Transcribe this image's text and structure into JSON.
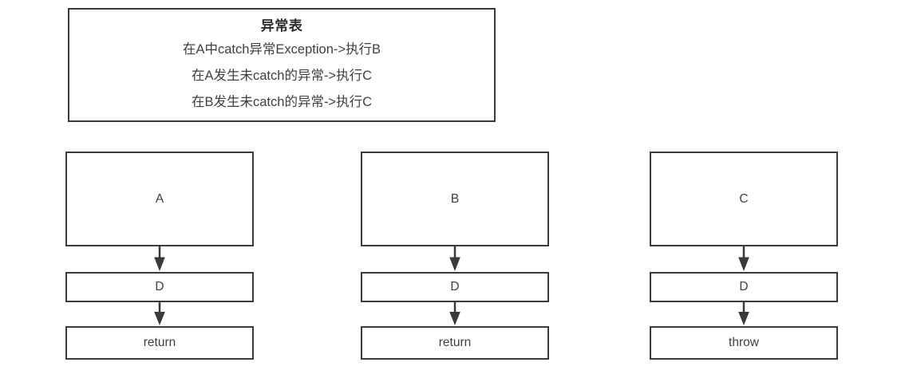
{
  "legend": {
    "title": "异常表",
    "lines": [
      "在A中catch异常Exception->执行B",
      "在A发生未catch的异常->执行C",
      "在B发生未catch的异常->执行C"
    ]
  },
  "columns": [
    {
      "start": "A",
      "middle": "D",
      "end": "return"
    },
    {
      "start": "B",
      "middle": "D",
      "end": "return"
    },
    {
      "start": "C",
      "middle": "D",
      "end": "throw"
    }
  ],
  "colors": {
    "border": "#3a3a3a",
    "text": "#3f3f3f",
    "title_text": "#2b2b2b",
    "background": "#ffffff"
  }
}
